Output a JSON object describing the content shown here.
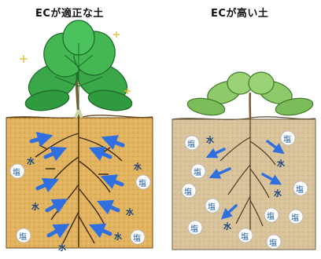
{
  "left_panel": {
    "title": "ECが適正な土",
    "water_label": "水",
    "salt_label": "塩"
  },
  "right_panel": {
    "title": "ECが高い土",
    "water_label": "水",
    "salt_label": "塩"
  },
  "colors": {
    "left_soil": "#e2b460",
    "right_soil": "#d8c39a",
    "arrow_blue": "#2f6fe0",
    "leaf_green": "#39a845"
  }
}
